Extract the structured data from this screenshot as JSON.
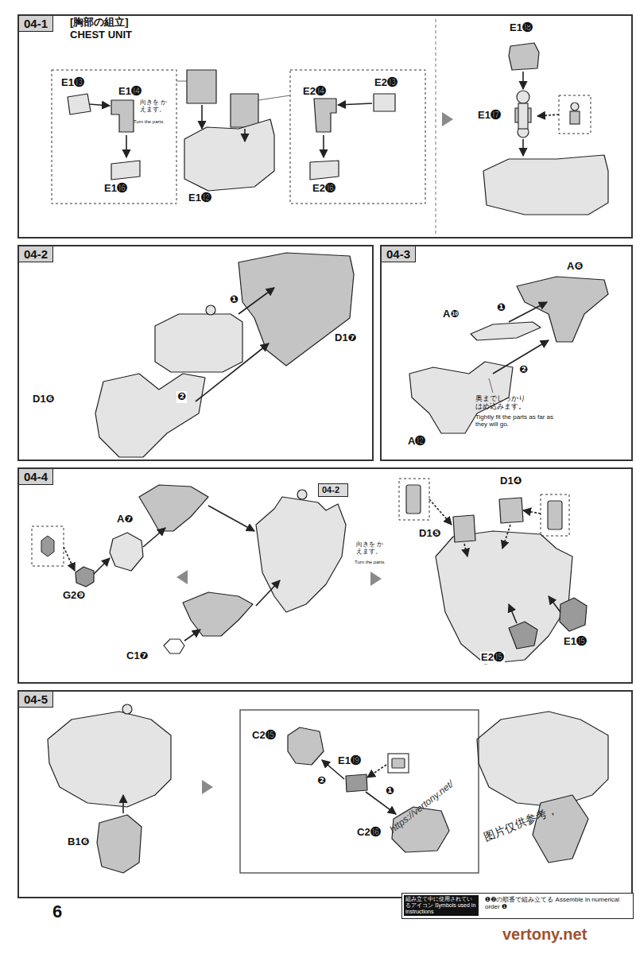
{
  "diagram": {
    "title": "[胸部の組立] CHEST UNIT",
    "nodes": [
      {
        "text": [
          "04-1"
        ]
      },
      {
        "text": [
          "04-2"
        ]
      },
      {
        "text": [
          "04-3"
        ]
      },
      {
        "text": [
          "04-4"
        ]
      },
      {
        "text": [
          "04-2"
        ],
        "in": 3
      },
      {
        "text": [
          "04-5"
        ]
      },
      {
        "text": [
          "組み立て中に使用されているアイコン Symbols used in instructions",
          "❶❷の順番で組み立てる Assemble in numerical order ❶"
        ]
      }
    ],
    "labels": [
      "E1⓭",
      "E1⓮",
      "向きを かえます。",
      "Turn the parts.",
      "E1⓰",
      "E1⓬",
      "E2⓭",
      "E2⓮",
      "E2⓰",
      "E1⓲",
      "E1⓱",
      "❶",
      "❷",
      "D1❼",
      "D1❻",
      "A❻",
      "❶",
      "A❿",
      "❷",
      "奥までしっかり はめ込みます。",
      "Tightly fit the parts as far as they will go.",
      "A⓬",
      "A❼",
      "G2❾",
      "C1❼",
      "向きを かえます。",
      "Turn the parts.",
      "D1❹",
      "D1❺",
      "E2⓯",
      "E1⓯",
      "B1❻",
      "C2⓯",
      "❷",
      "E1⓳",
      "❶",
      "C2⓰",
      "6",
      "https://vertony.net/",
      "图片仅供参考，",
      "vertony.net"
    ]
  }
}
